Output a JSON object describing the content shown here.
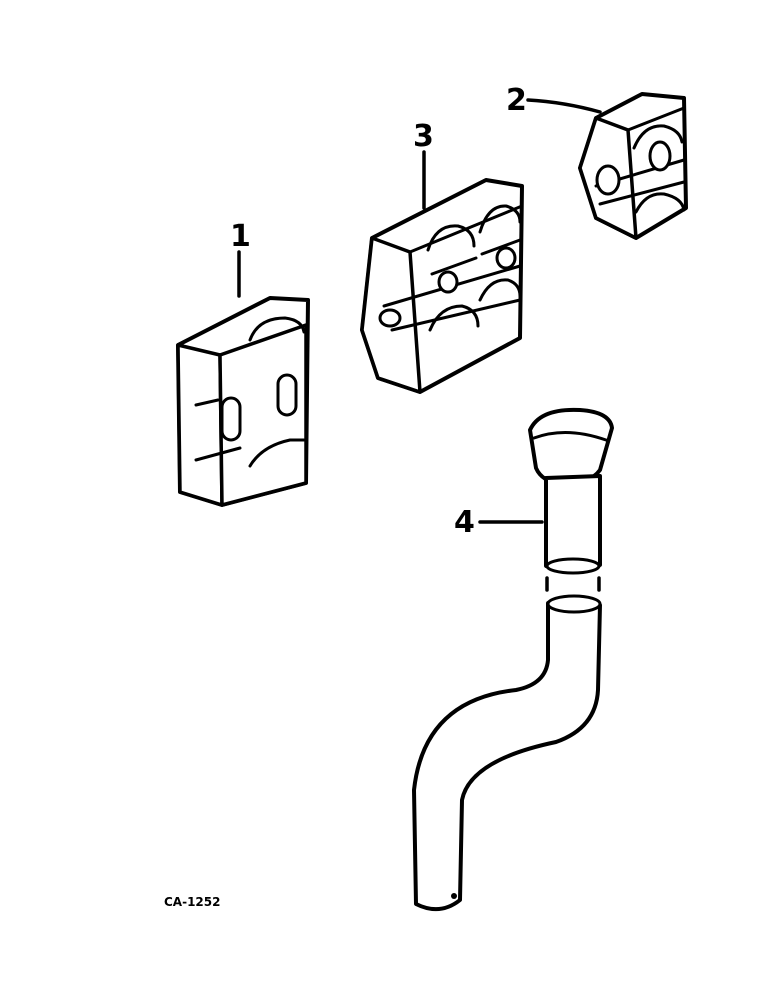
{
  "callouts": {
    "part1": "1",
    "part2": "2",
    "part3": "3",
    "part4": "4"
  },
  "figure_id": "CA-1252"
}
